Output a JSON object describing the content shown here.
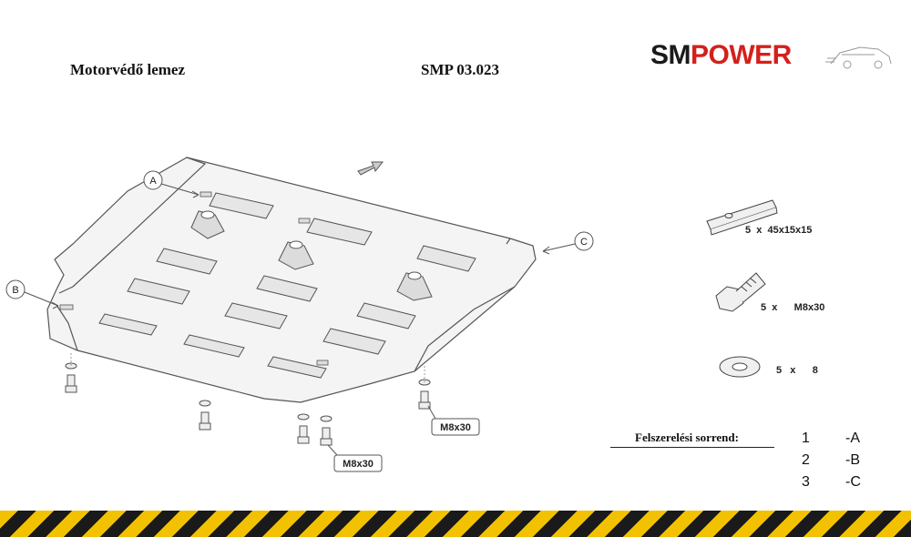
{
  "header": {
    "title": "Motorvédő lemez",
    "code": "SMP 03.023"
  },
  "logo": {
    "part1": "SM",
    "part2": "POWER",
    "color1": "#1a1a1a",
    "color2": "#d4201c"
  },
  "callouts": {
    "a": "A",
    "b": "B",
    "c": "C"
  },
  "bolt_labels": {
    "right": "M8x30",
    "bottom": "M8x30"
  },
  "parts": [
    {
      "label": "5  x  45x15x15",
      "icon": "plate-nut-icon"
    },
    {
      "label": "5  x      M8x30",
      "icon": "bolt-icon"
    },
    {
      "label": "5   x      8",
      "icon": "washer-icon"
    }
  ],
  "sequence": {
    "title": "Felszerelési sorrend:",
    "steps": [
      {
        "n": "1",
        "code": "-A"
      },
      {
        "n": "2",
        "code": "-B"
      },
      {
        "n": "3",
        "code": "-C"
      }
    ]
  },
  "stripe_colors": [
    "#f2c200",
    "#1a1a1a"
  ]
}
